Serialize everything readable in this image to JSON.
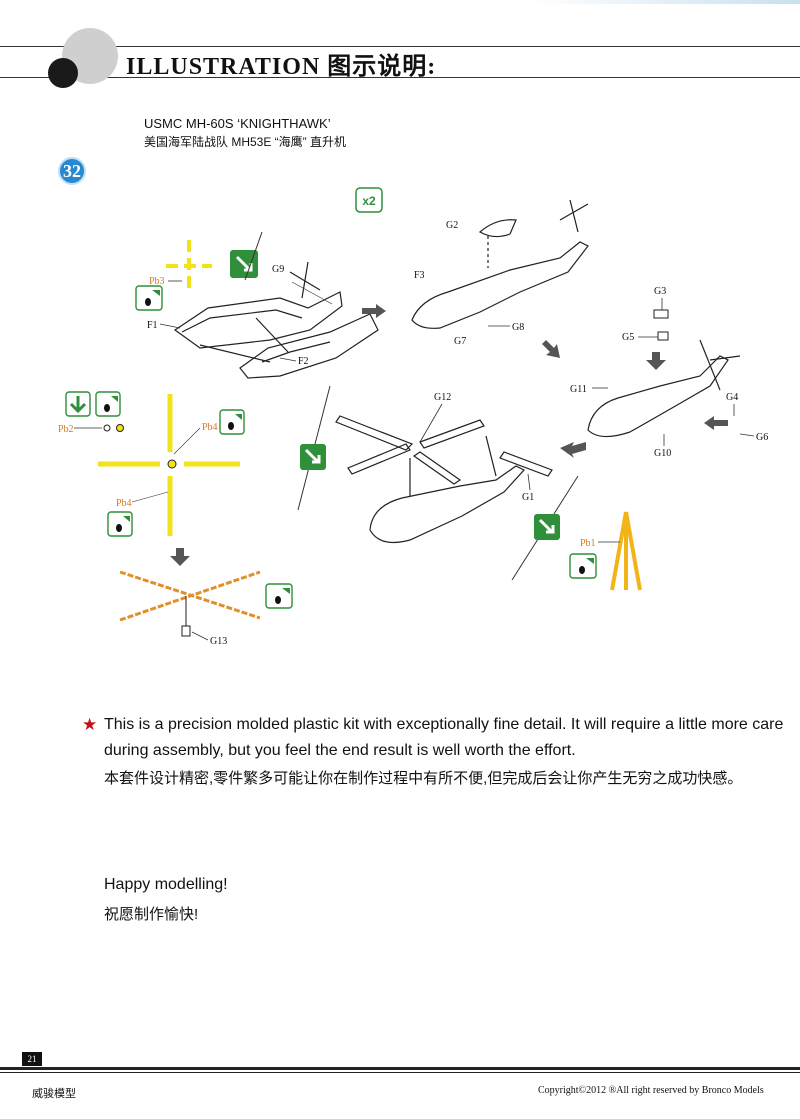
{
  "header": {
    "title": "ILLUSTRATION 图示说明:"
  },
  "model": {
    "title_en": "USMC MH-60S ‘KNIGHTHAWK’",
    "title_cn": "美国海军陆战队 MH53E “海鹰” 直升机"
  },
  "step": {
    "number": "32"
  },
  "diagram": {
    "multiplier": "x2",
    "parts": {
      "f1": "F1",
      "f2": "F2",
      "f3": "F3",
      "g1": "G1",
      "g2": "G2",
      "g3": "G3",
      "g4": "G4",
      "g5": "G5",
      "g6": "G6",
      "g7": "G7",
      "g8": "G8",
      "g9": "G9",
      "g10": "G10",
      "g11": "G11",
      "g12": "G12",
      "g13": "G13"
    },
    "paints": {
      "pb1": "Pb1",
      "pb2": "Pb2",
      "pb3": "Pb3",
      "pb4a": "Pb4",
      "pb4b": "Pb4"
    },
    "colors": {
      "paint_yellow": "#f2e21a",
      "paint_orange": "#e0902a",
      "icon_green": "#2f8f3a",
      "label_orange": "#d87a1e",
      "step_blue": "#2a88cf"
    }
  },
  "notes": {
    "star": "★",
    "en": "This is a precision molded plastic kit with exceptionally fine detail. It will require a little more care during assembly, but you feel the end result is well worth the effort.",
    "cn": "本套件设计精密,零件繁多可能让你在制作过程中有所不便,但完成后会让你产生无穷之成功快感。"
  },
  "closing": {
    "en": "Happy modelling!",
    "cn": "祝愿制作愉快!"
  },
  "footer": {
    "page_number": "21",
    "brand_cn": "威骏模型",
    "copyright": "Copyright©2012  ®All right reserved by Bronco Models"
  }
}
